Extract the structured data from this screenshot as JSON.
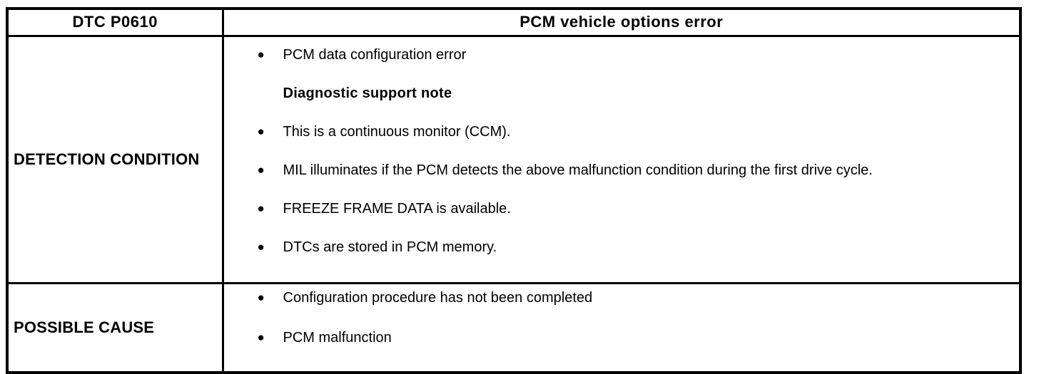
{
  "table": {
    "header": {
      "dtc_label": "DTC P0610",
      "title": "PCM vehicle options error"
    },
    "rows": [
      {
        "label": "DETECTION CONDITION",
        "items": [
          {
            "text": "PCM data configuration error",
            "style": "bullet"
          },
          {
            "text": "Diagnostic support note",
            "style": "note"
          },
          {
            "text": "This is a continuous monitor (CCM).",
            "style": "bullet"
          },
          {
            "text": "MIL illuminates if the PCM detects the above malfunction condition during the first drive cycle.",
            "style": "bullet"
          },
          {
            "text": "FREEZE FRAME DATA is available.",
            "style": "bullet"
          },
          {
            "text": "DTCs are stored in PCM memory.",
            "style": "bullet"
          }
        ]
      },
      {
        "label": "POSSIBLE CAUSE",
        "items": [
          {
            "text": "Configuration procedure has not been completed",
            "style": "bullet"
          },
          {
            "text": "PCM malfunction",
            "style": "bullet"
          }
        ]
      }
    ]
  },
  "icons": {
    "bullet": "●"
  },
  "colors": {
    "border": "#000000",
    "text": "#000000",
    "background": "#ffffff"
  }
}
